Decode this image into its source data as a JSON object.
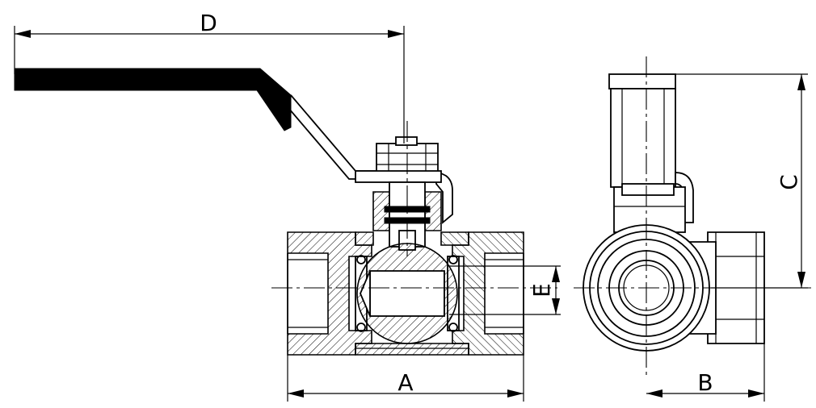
{
  "drawing": {
    "dimensions": {
      "a": "A",
      "b": "B",
      "c": "C",
      "d": "D",
      "e": "E"
    }
  }
}
